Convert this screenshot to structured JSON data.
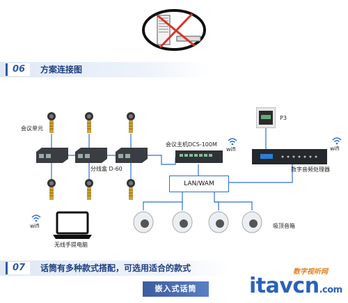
{
  "section1": {
    "num": "06",
    "title": "方案连接图"
  },
  "section2": {
    "num": "07",
    "title": "话筒有多种款式搭配，可选用适合的款式"
  },
  "labels": {
    "meeting_unit": "会议单元",
    "splitter": "分线盒 D-60",
    "host": "会议主机DCS-100M",
    "p3": "P3",
    "dsp": "数字音频处理器",
    "lan": "LAN/WAM",
    "laptop": "无线手提电脑",
    "speaker": "吸顶音箱",
    "wifi": "wifi"
  },
  "banner": "嵌入式话筒",
  "watermark": {
    "brand": "itavcn",
    "suffix": ".com",
    "sub": "数字视听网"
  }
}
